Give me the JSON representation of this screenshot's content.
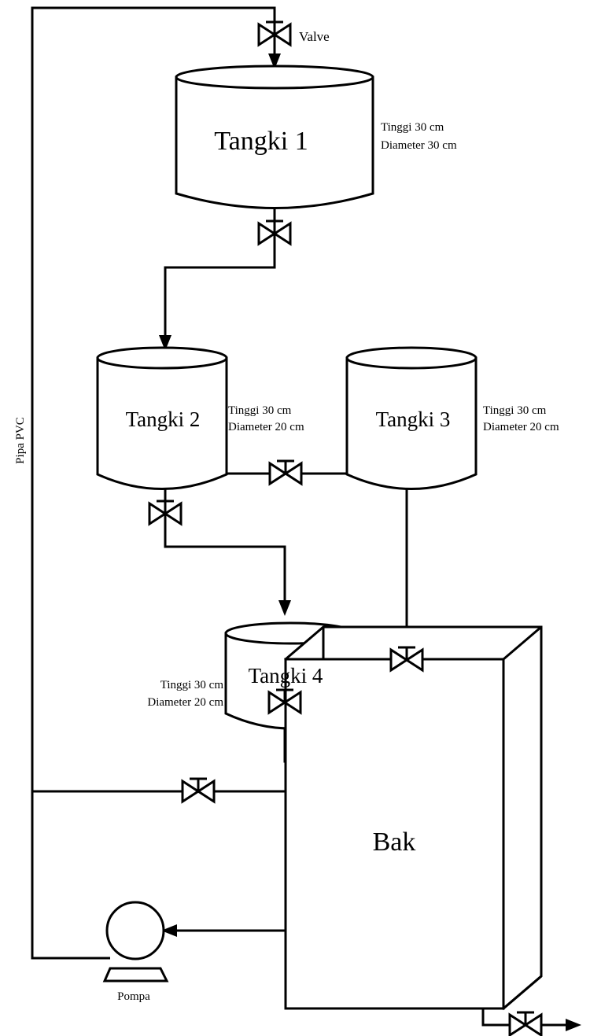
{
  "labels": {
    "valve_top": "Valve",
    "pipe": "Pipa PVC",
    "pump": "Pompa",
    "bak": "Bak"
  },
  "tanks": [
    {
      "name": "Tangki 1",
      "height": "Tinggi 30 cm",
      "diameter": "Diameter 30 cm"
    },
    {
      "name": "Tangki 2",
      "height": "Tinggi 30 cm",
      "diameter": "Diameter 20 cm"
    },
    {
      "name": "Tangki 3",
      "height": "Tinggi 30 cm",
      "diameter": "Diameter 20 cm"
    },
    {
      "name": "Tangki 4",
      "height": "Tinggi 30 cm",
      "diameter": "Diameter 20 cm"
    }
  ]
}
